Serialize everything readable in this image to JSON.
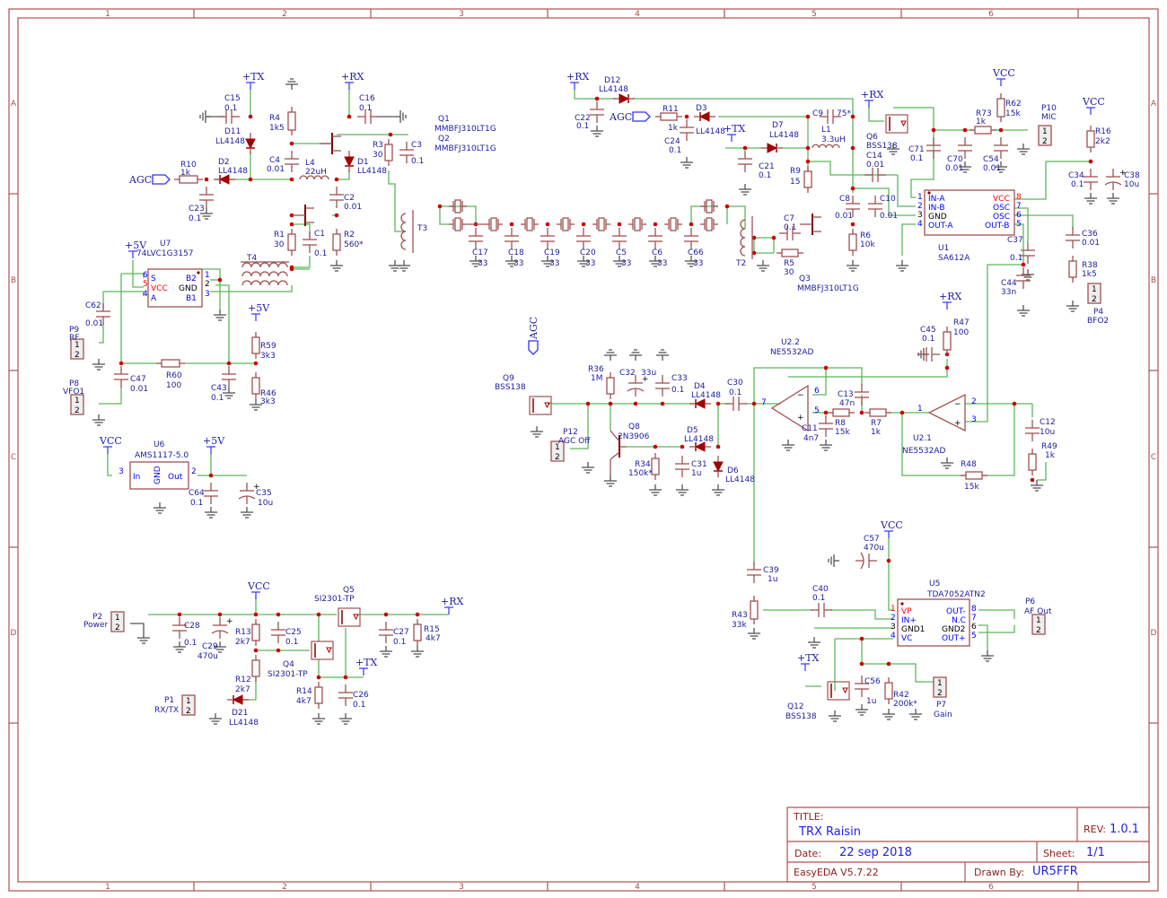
{
  "title_block": {
    "title_label": "TITLE:",
    "title": "TRX Raisin",
    "rev_label": "REV:",
    "rev": "1.0.1",
    "date_label": "Date:",
    "date": "22 sep 2018",
    "sheet_label": "Sheet:",
    "sheet": "1/1",
    "tool": "EasyEDA V5.7.22",
    "drawn_label": "Drawn By:",
    "drawn_by": "UR5FFR"
  },
  "grid": {
    "columns": [
      "1",
      "2",
      "3",
      "4",
      "5",
      "6"
    ],
    "rows": [
      "A",
      "B",
      "C",
      "D"
    ]
  },
  "power": {
    "tx": "+TX",
    "rx": "+RX",
    "vcc": "VCC",
    "v5": "+5V",
    "agc": "AGC"
  },
  "components": {
    "C15": {
      "ref": "C15",
      "val": "0.1"
    },
    "C16": {
      "ref": "C16",
      "val": "0.1"
    },
    "R4": {
      "ref": "R4",
      "val": "1k5"
    },
    "D11": {
      "ref": "D11",
      "val": "LL4148"
    },
    "D2": {
      "ref": "D2",
      "val": "LL4148"
    },
    "D1": {
      "ref": "D1",
      "val": "LL4148"
    },
    "R10": {
      "ref": "R10",
      "val": "1k"
    },
    "C23": {
      "ref": "C23",
      "val": "0.1"
    },
    "C4": {
      "ref": "C4",
      "val": "0.01"
    },
    "L4": {
      "ref": "L4",
      "val": "22uH"
    },
    "R3": {
      "ref": "R3",
      "val": "30"
    },
    "C3": {
      "ref": "C3",
      "val": "0.1"
    },
    "C2": {
      "ref": "C2",
      "val": "0.01"
    },
    "R1": {
      "ref": "R1",
      "val": "30"
    },
    "C1": {
      "ref": "C1",
      "val": "0.1"
    },
    "R2": {
      "ref": "R2",
      "val": "560*"
    },
    "Q1": {
      "ref": "Q1",
      "val": "MMBFJ310LT1G"
    },
    "Q2": {
      "ref": "Q2",
      "val": "MMBFJ310LT1G"
    },
    "T3": {
      "ref": "T3"
    },
    "T4": {
      "ref": "T4"
    },
    "T2": {
      "ref": "T2"
    },
    "U7": {
      "ref": "U7",
      "val": "74LVC1G3157",
      "pins_l": [
        "S",
        "VCC",
        "A"
      ],
      "pins_r": [
        "B2",
        "GND",
        "B1"
      ],
      "nums_l": [
        "6",
        "5",
        "4"
      ],
      "nums_r": [
        "1",
        "2",
        "3"
      ]
    },
    "C62": {
      "ref": "C62",
      "val": "0.01"
    },
    "P9": {
      "ref": "P9",
      "val": "RF"
    },
    "P8": {
      "ref": "P8",
      "val": "VFO1"
    },
    "C47": {
      "ref": "C47",
      "val": "0.01"
    },
    "R60": {
      "ref": "R60",
      "val": "100"
    },
    "C43": {
      "ref": "C43",
      "val": "0.1"
    },
    "R59": {
      "ref": "R59",
      "val": "3k3"
    },
    "R46": {
      "ref": "R46",
      "val": "3k3"
    },
    "xtal_caps": [
      {
        "ref": "C17",
        "val": "33"
      },
      {
        "ref": "C18",
        "val": "33"
      },
      {
        "ref": "C19",
        "val": "33"
      },
      {
        "ref": "C20",
        "val": "33"
      },
      {
        "ref": "C5",
        "val": "33"
      },
      {
        "ref": "C6",
        "val": "33"
      },
      {
        "ref": "C66",
        "val": "33"
      }
    ],
    "D12": {
      "ref": "D12",
      "val": "LL4148"
    },
    "C22": {
      "ref": "C22",
      "val": "0.1"
    },
    "R11": {
      "ref": "R11",
      "val": "1k"
    },
    "D3": {
      "ref": "D3",
      "val": "LL4148"
    },
    "C24": {
      "ref": "C24",
      "val": "0.1"
    },
    "D7": {
      "ref": "D7",
      "val": "LL4148"
    },
    "C21": {
      "ref": "C21",
      "val": "0.1"
    },
    "C9": {
      "ref": "C9",
      "val": "75*"
    },
    "L1": {
      "ref": "L1",
      "val": "3.3uH"
    },
    "R9": {
      "ref": "R9",
      "val": "15"
    },
    "C14": {
      "ref": "C14",
      "val": "0.01"
    },
    "C7": {
      "ref": "C7",
      "val": "0.1"
    },
    "R5": {
      "ref": "R5",
      "val": "30"
    },
    "C8": {
      "ref": "C8",
      "val": "0.01"
    },
    "C10": {
      "ref": "C10",
      "val": "0.01"
    },
    "R6": {
      "ref": "R6",
      "val": "10k"
    },
    "Q3": {
      "ref": "Q3",
      "val": "MMBFJ310LT1G"
    },
    "Q6": {
      "ref": "Q6",
      "val": "BSS138"
    },
    "C71": {
      "ref": "C71",
      "val": "0.1"
    },
    "C70": {
      "ref": "C70",
      "val": "0.01"
    },
    "R73": {
      "ref": "R73",
      "val": "1k"
    },
    "R62": {
      "ref": "R62",
      "val": "15k"
    },
    "C54": {
      "ref": "C54",
      "val": "0.01"
    },
    "P10": {
      "ref": "P10",
      "val": "MIC"
    },
    "R16": {
      "ref": "R16",
      "val": "2k2"
    },
    "C34": {
      "ref": "C34",
      "val": "0.1"
    },
    "C38": {
      "ref": "C38",
      "val": "10u"
    },
    "U1": {
      "ref": "U1",
      "val": "SA612A",
      "pins_l": [
        "IN-A",
        "IN-B",
        "GND",
        "OUT-A"
      ],
      "pins_r": [
        "VCC",
        "OSC",
        "OSC",
        "OUT-B"
      ],
      "nums_l": [
        "1",
        "2",
        "3",
        "4"
      ],
      "nums_r": [
        "8",
        "7",
        "6",
        "5"
      ]
    },
    "C37": {
      "ref": "C37",
      "val": "0.1"
    },
    "C36": {
      "ref": "C36",
      "val": "0.01"
    },
    "R38": {
      "ref": "R38",
      "val": "1k5"
    },
    "P4": {
      "ref": "P4",
      "val": "BFO2"
    },
    "C44": {
      "ref": "C44",
      "val": "33n"
    },
    "Q9": {
      "ref": "Q9",
      "val": "BSS138"
    },
    "P12": {
      "ref": "P12",
      "val": "AGC Off"
    },
    "R36": {
      "ref": "R36",
      "val": "1M"
    },
    "C32": {
      "ref": "C32",
      "val": "33u"
    },
    "C33": {
      "ref": "C33",
      "val": "0.1"
    },
    "D4": {
      "ref": "D4",
      "val": "LL4148"
    },
    "C30": {
      "ref": "C30",
      "val": "0.1"
    },
    "Q8": {
      "ref": "Q8",
      "val": "2N3906"
    },
    "D5": {
      "ref": "D5",
      "val": "LL4148"
    },
    "D6": {
      "ref": "D6",
      "val": "LL4148"
    },
    "R34": {
      "ref": "R34",
      "val": "150k*"
    },
    "C31": {
      "ref": "C31",
      "val": "1u"
    },
    "U2_2": {
      "ref": "U2.2",
      "val": "NE5532AD"
    },
    "U2_1": {
      "ref": "U2.1",
      "val": "NE5532AD"
    },
    "C13": {
      "ref": "C13",
      "val": "47n"
    },
    "C11": {
      "ref": "C11",
      "val": "4n7"
    },
    "R8": {
      "ref": "R8",
      "val": "15k"
    },
    "R7": {
      "ref": "R7",
      "val": "1k"
    },
    "C45": {
      "ref": "C45",
      "val": "0.1"
    },
    "R47": {
      "ref": "R47",
      "val": "100"
    },
    "R48": {
      "ref": "R48",
      "val": "15k"
    },
    "C12": {
      "ref": "C12",
      "val": "10u"
    },
    "R49": {
      "ref": "R49",
      "val": "1k"
    },
    "U6": {
      "ref": "U6",
      "val": "AMS1117-5.0",
      "pin_in": "In",
      "pin_out": "Out",
      "pin_gnd": "GND"
    },
    "C64": {
      "ref": "C64",
      "val": "0.1"
    },
    "C35": {
      "ref": "C35",
      "val": "10u"
    },
    "C39": {
      "ref": "C39",
      "val": "1u"
    },
    "R43": {
      "ref": "R43",
      "val": "33k"
    },
    "C40": {
      "ref": "C40",
      "val": "0.1"
    },
    "C57": {
      "ref": "C57",
      "val": "470u"
    },
    "U5": {
      "ref": "U5",
      "val": "TDA7052ATN2",
      "pins_l": [
        "VP",
        "IN+",
        "GND1",
        "VC"
      ],
      "pins_r": [
        "OUT-",
        "N.C",
        "GND2",
        "OUT+"
      ],
      "nums_l": [
        "1",
        "2",
        "3",
        "4"
      ],
      "nums_r": [
        "8",
        "7",
        "6",
        "5"
      ]
    },
    "P6": {
      "ref": "P6",
      "val": "AF Out"
    },
    "Q12": {
      "ref": "Q12",
      "val": "BSS138"
    },
    "C56": {
      "ref": "C56",
      "val": "1u"
    },
    "R42": {
      "ref": "R42",
      "val": "200k*"
    },
    "P7": {
      "ref": "P7",
      "val": "Gain"
    },
    "P2": {
      "ref": "P2",
      "val": "Power"
    },
    "C28": {
      "ref": "C28",
      "val": "0.1"
    },
    "C29": {
      "ref": "C29",
      "val": "470u"
    },
    "R13": {
      "ref": "R13",
      "val": "2k7"
    },
    "C25": {
      "ref": "C25",
      "val": "0.1"
    },
    "Q5": {
      "ref": "Q5",
      "val": "SI2301-TP"
    },
    "Q4": {
      "ref": "Q4",
      "val": "SI2301-TP"
    },
    "C27": {
      "ref": "C27",
      "val": "0.1"
    },
    "R15": {
      "ref": "R15",
      "val": "4k7"
    },
    "R12": {
      "ref": "R12",
      "val": "2k7"
    },
    "R14": {
      "ref": "R14",
      "val": "4k7"
    },
    "C26": {
      "ref": "C26",
      "val": "0.1"
    },
    "P1": {
      "ref": "P1",
      "val": "RX/TX"
    },
    "D21": {
      "ref": "D21",
      "val": "LL4148"
    }
  },
  "conn_pins": [
    "1",
    "2"
  ]
}
